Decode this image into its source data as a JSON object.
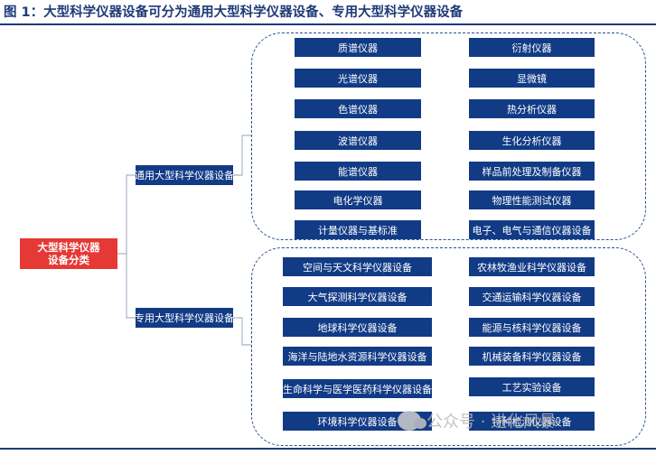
{
  "title": "图 1：大型科学仪器设备可分为通用大型科学仪器设备、专用大型科学仪器设备",
  "root": {
    "line1": "大型科学仪器",
    "line2": "设备分类"
  },
  "general": {
    "label": "通用大型科学仪器设备",
    "left_items": [
      "质谱仪器",
      "光谱仪器",
      "色谱仪器",
      "波谱仪器",
      "能谱仪器",
      "电化学仪器",
      "计量仪器与基标准"
    ],
    "right_items": [
      "衍射仪器",
      "显微镜",
      "热分析仪器",
      "生化分析仪器",
      "样品前处理及制备仪器",
      "物理性能测试仪器",
      "电子、电气与通信仪器设备"
    ]
  },
  "special": {
    "label": "专用大型科学仪器设备",
    "left_items": [
      "空间与天文科学仪器设备",
      "大气探测科学仪器设备",
      "地球科学仪器设备",
      "海洋与陆地水资源科学仪器设备",
      "生命科学与医学医药科学仪器设备",
      "环境科学仪器设备"
    ],
    "right_items": [
      "农林牧渔业科学仪器设备",
      "交通运输科学仪器设备",
      "能源与核科学仪器设备",
      "机械装备科学仪器设备",
      "工艺实验设备",
      "特种检测仪器设备"
    ]
  },
  "watermark": "公众号 · 进化风暴",
  "colors": {
    "box": "#123b86",
    "root": "#e53935",
    "title": "#1f3a78",
    "panel": "#2a4f92"
  }
}
